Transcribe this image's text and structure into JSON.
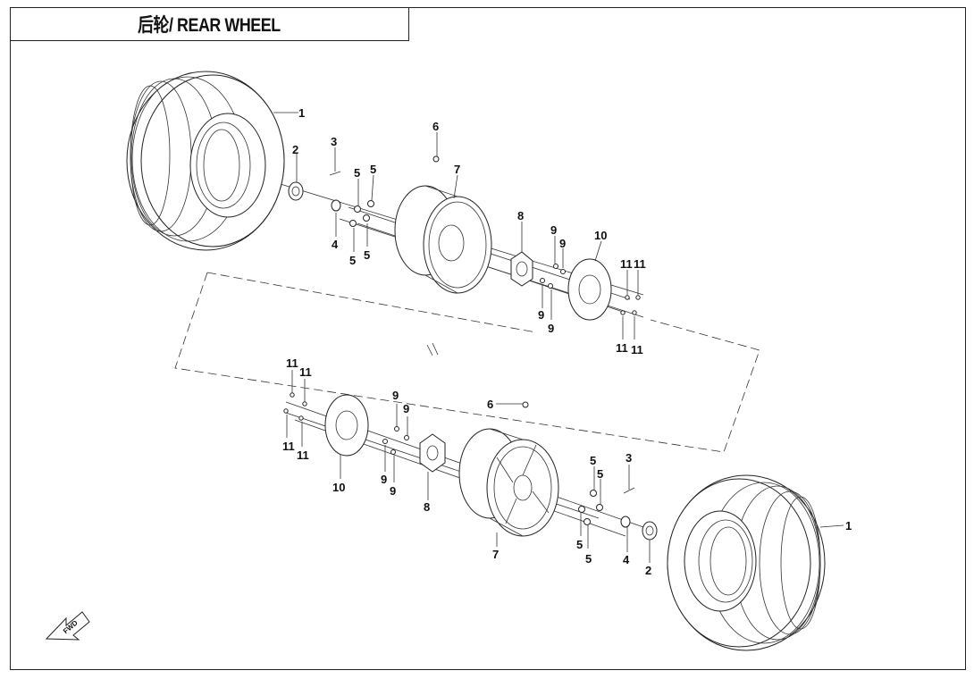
{
  "title": "后轮/ REAR WHEEL",
  "fwd_label": "FWD",
  "callouts": {
    "top": {
      "c1": "1",
      "c2": "2",
      "c3": "3",
      "c4": "4",
      "c5a": "5",
      "c5b": "5",
      "c5c": "5",
      "c5d": "5",
      "c6": "6",
      "c7": "7",
      "c8": "8",
      "c9a": "9",
      "c9b": "9",
      "c9c": "9",
      "c9d": "9",
      "c10": "10",
      "c11a": "11",
      "c11b": "11",
      "c11c": "11",
      "c11d": "11"
    },
    "bottom": {
      "c1": "1",
      "c2": "2",
      "c3": "3",
      "c4": "4",
      "c5a": "5",
      "c5b": "5",
      "c5c": "5",
      "c5d": "5",
      "c6": "6",
      "c7": "7",
      "c8": "8",
      "c9a": "9",
      "c9b": "9",
      "c9c": "9",
      "c9d": "9",
      "c10": "10",
      "c11a": "11",
      "c11b": "11",
      "c11c": "11",
      "c11d": "11"
    }
  }
}
